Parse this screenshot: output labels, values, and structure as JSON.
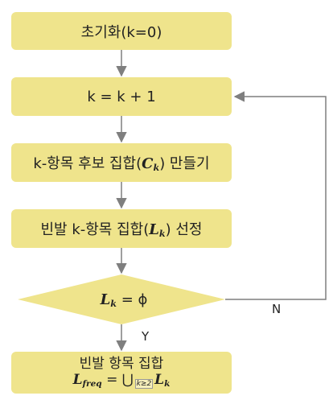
{
  "boxes": {
    "init": "초기화(k=0)",
    "increment": "k = k + 1",
    "candidate_prefix": "k-항목 후보 집합(",
    "candidate_var": "C",
    "candidate_sub": "k",
    "candidate_suffix": ") 만들기",
    "frequent_prefix": "빈발 k-항목 집합(",
    "frequent_var": "L",
    "frequent_sub": "k",
    "frequent_suffix": ") 선정",
    "result_title": "빈발 항목 집합",
    "result_var": "L",
    "result_sub": "freq",
    "result_eq": " = ⋃",
    "result_index": "k≥2",
    "result_var2": "L",
    "result_sub2": "k"
  },
  "decision": {
    "var": "L",
    "sub": "k",
    "rest": " = ϕ"
  },
  "labels": {
    "no": "N",
    "yes": "Y"
  },
  "colors": {
    "box_fill": "#efe48c",
    "arrow": "#7f7f7f"
  }
}
